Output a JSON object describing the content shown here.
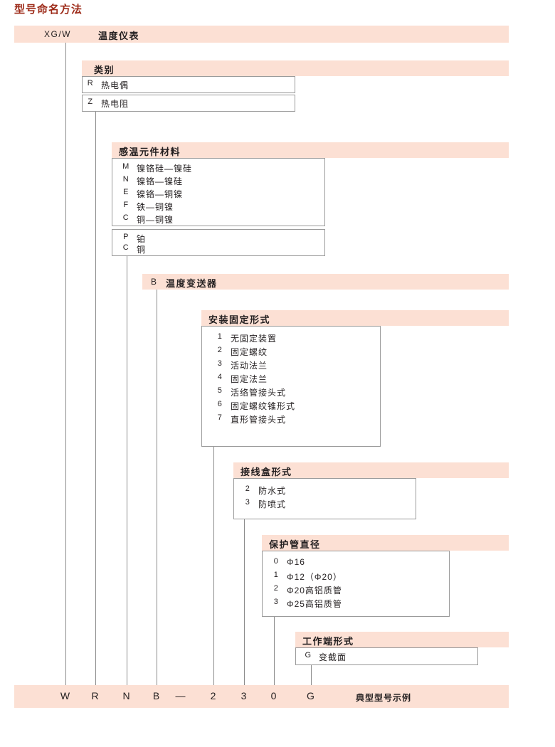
{
  "title": "型号命名方法",
  "colors": {
    "title": "#9d2b19",
    "band": "#fce0d4",
    "border": "#9a9a9a",
    "text": "#231f20"
  },
  "root": {
    "code": "XG/W",
    "label": "温度仪表"
  },
  "sections": [
    {
      "id": "category",
      "label": "类别",
      "groups": [
        {
          "options": [
            {
              "code": "R",
              "text": "热电偶"
            }
          ]
        },
        {
          "options": [
            {
              "code": "Z",
              "text": "热电阻"
            }
          ]
        }
      ]
    },
    {
      "id": "sensing-element-material",
      "label": "感温元件材料",
      "groups": [
        {
          "options": [
            {
              "code": "M",
              "text": "镍铬硅—镍硅"
            },
            {
              "code": "N",
              "text": "镍铬—镍硅"
            },
            {
              "code": "E",
              "text": "镍铬—铜镍"
            },
            {
              "code": "F",
              "text": "铁—铜镍"
            },
            {
              "code": "C",
              "text": "铜—铜镍"
            }
          ]
        },
        {
          "options": [
            {
              "code": "P",
              "text": "铂"
            },
            {
              "code": "C",
              "text": "铜"
            }
          ]
        }
      ]
    },
    {
      "id": "transmitter",
      "code": "B",
      "label": "温度变送器",
      "groups": []
    },
    {
      "id": "mounting-fixing-type",
      "label": "安装固定形式",
      "groups": [
        {
          "options": [
            {
              "code": "1",
              "text": "无固定装置"
            },
            {
              "code": "2",
              "text": "固定螺纹"
            },
            {
              "code": "3",
              "text": "活动法兰"
            },
            {
              "code": "4",
              "text": "固定法兰"
            },
            {
              "code": "5",
              "text": "活络管接头式"
            },
            {
              "code": "6",
              "text": "固定螺纹锥形式"
            },
            {
              "code": "7",
              "text": "直形管接头式"
            }
          ]
        }
      ]
    },
    {
      "id": "junction-box-type",
      "label": "接线盒形式",
      "groups": [
        {
          "options": [
            {
              "code": "2",
              "text": "防水式"
            },
            {
              "code": "3",
              "text": "防喷式"
            }
          ]
        }
      ]
    },
    {
      "id": "protection-tube-diameter",
      "label": "保护管直径",
      "groups": [
        {
          "options": [
            {
              "code": "0",
              "text": "Φ16"
            },
            {
              "code": "1",
              "text": "Φ12（Φ20）"
            },
            {
              "code": "2",
              "text": "Φ20高铝质管"
            },
            {
              "code": "3",
              "text": "Φ25高铝质管"
            }
          ]
        }
      ]
    },
    {
      "id": "working-end-type",
      "label": "工作端形式",
      "groups": [
        {
          "options": [
            {
              "code": "G",
              "text": "变截面"
            }
          ]
        }
      ]
    }
  ],
  "example": {
    "chars": [
      "W",
      "R",
      "N",
      "B",
      "—",
      "2",
      "3",
      "0",
      "G"
    ],
    "note": "典型型号示例"
  }
}
